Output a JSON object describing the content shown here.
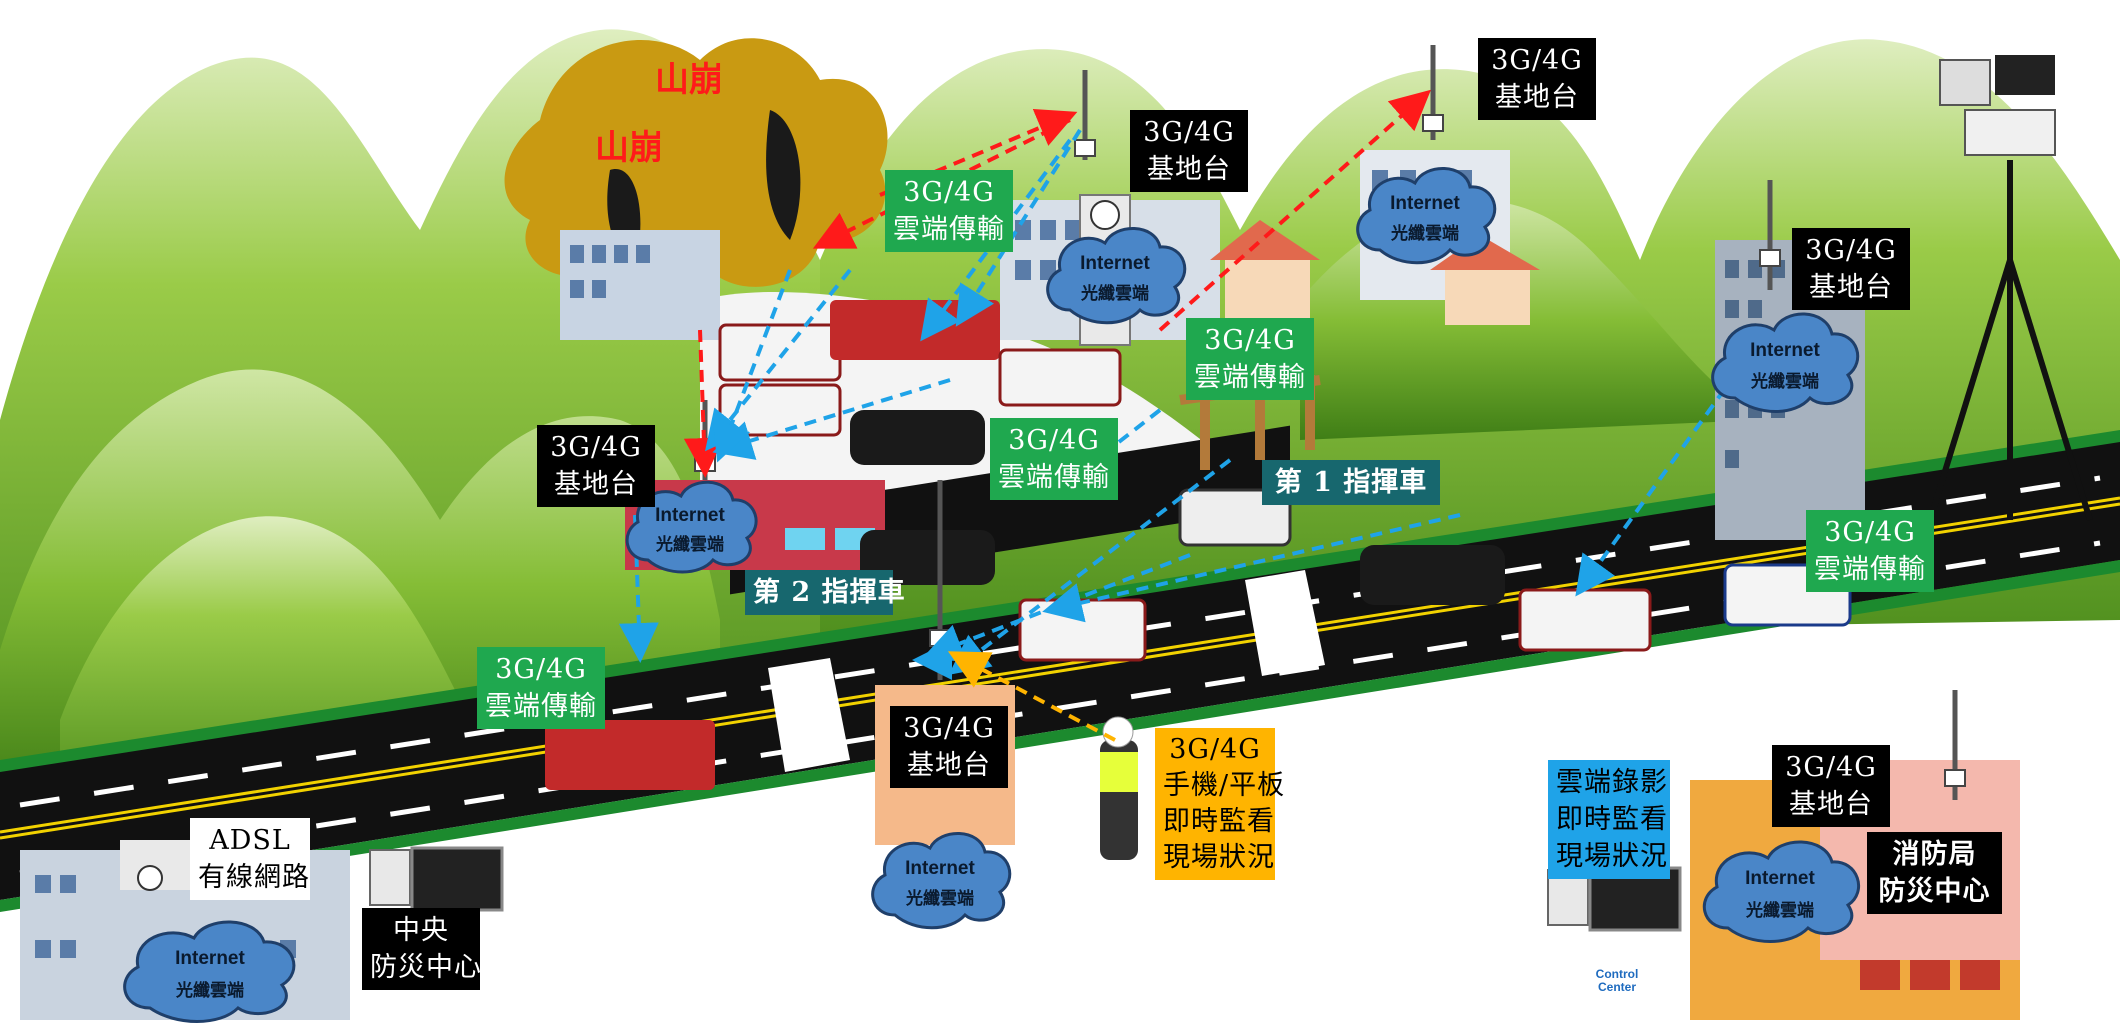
{
  "landslide": {
    "label_1": "山崩",
    "label_2": "山崩"
  },
  "base_stations": [
    {
      "line1": "3G/4G",
      "line2": "基地台"
    },
    {
      "line1": "3G/4G",
      "line2": "基地台"
    },
    {
      "line1": "3G/4G",
      "line2": "基地台"
    },
    {
      "line1": "3G/4G",
      "line2": "基地台"
    },
    {
      "line1": "3G/4G",
      "line2": "基地台"
    },
    {
      "line1": "3G/4G",
      "line2": "基地台"
    }
  ],
  "cloud_transfer": [
    {
      "line1": "3G/4G",
      "line2": "雲端傳輸"
    },
    {
      "line1": "3G/4G",
      "line2": "雲端傳輸"
    },
    {
      "line1": "3G/4G",
      "line2": "雲端傳輸"
    },
    {
      "line1": "3G/4G",
      "line2": "雲端傳輸"
    },
    {
      "line1": "3G/4G",
      "line2": "雲端傳輸"
    }
  ],
  "command_vehicles": {
    "first": "第 1 指揮車",
    "second": "第 2 指揮車"
  },
  "mobile_monitor": {
    "line1": "3G/4G",
    "line2": "手機/平板",
    "line3": "即時監看",
    "line4": "現場狀況"
  },
  "cloud_recording": {
    "line1": "雲端錄影",
    "line2": "即時監看",
    "line3": "現場狀況"
  },
  "adsl": {
    "line1": "ADSL",
    "line2": "有線網路"
  },
  "central_center": {
    "line1": "中央",
    "line2": "防災中心"
  },
  "fire_bureau": {
    "line1": "消防局",
    "line2": "防災中心"
  },
  "internet_cloud": {
    "line1": "Internet",
    "line2": "光纖雲端"
  },
  "control_center_logo": {
    "line1": "Control",
    "line2": "Center"
  },
  "colors": {
    "hill_green": "#8cc63f",
    "road": "#111111",
    "smoke": "#c99a12",
    "link_red": "#ff1a1a",
    "link_blue": "#1fa3e8",
    "link_yellow": "#ffb400",
    "cloud_fill": "#4a86c8"
  }
}
